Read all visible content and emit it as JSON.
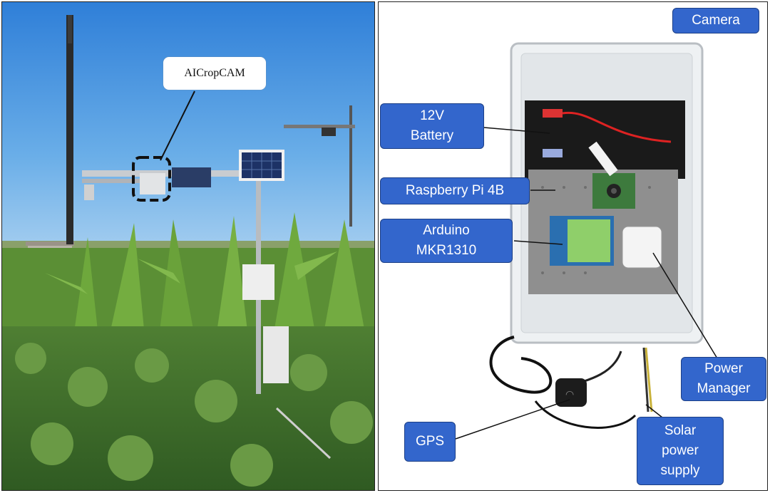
{
  "left_photo": {
    "callout_label": "AICropCAM"
  },
  "right_photo": {
    "labels": {
      "camera": "Camera",
      "battery": "12V\nBattery",
      "raspberry_pi": "Raspberry Pi 4B",
      "arduino": "Arduino\nMKR1310",
      "power_manager": "Power\nManager",
      "gps": "GPS",
      "solar": "Solar\npower\nsupply"
    }
  },
  "colors": {
    "label_fill": "#3366cc",
    "sky": "#3d8fe0",
    "vegetation": "#3f6e2a"
  }
}
